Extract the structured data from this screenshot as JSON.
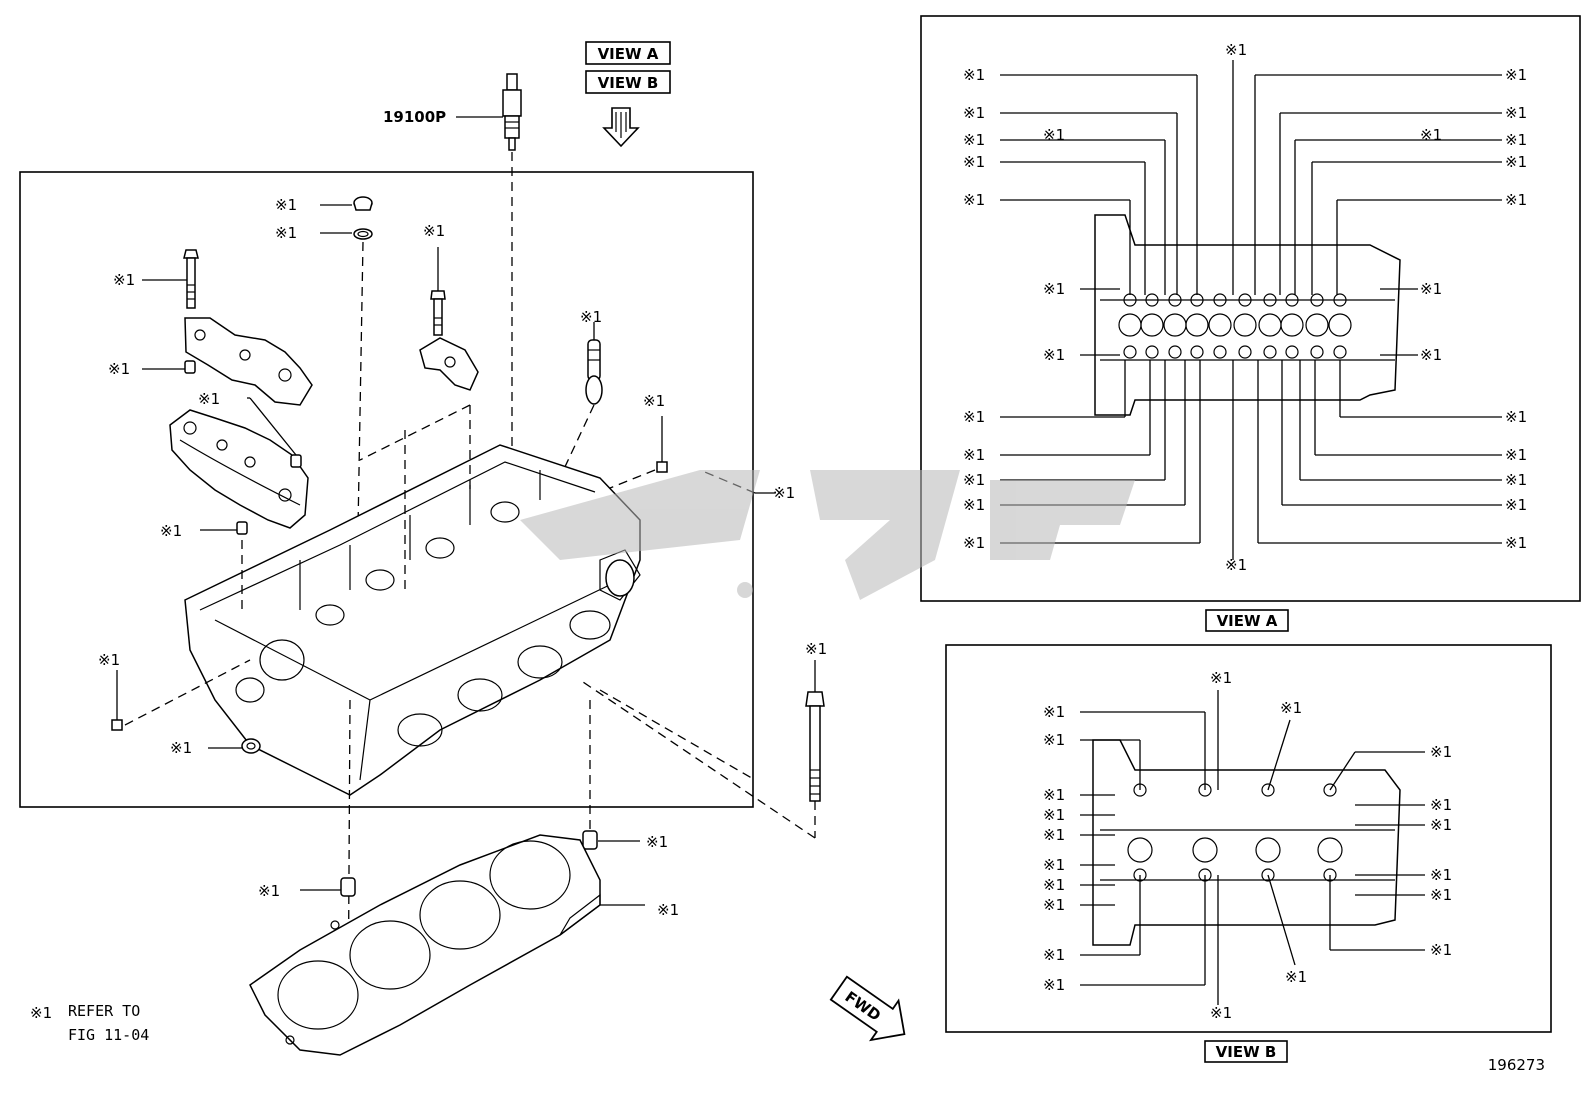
{
  "diagram": {
    "part_number_label": "19100P",
    "view_a_label": "VIEW A",
    "view_b_label": "VIEW B",
    "callout": "※1",
    "note_mark": "※1",
    "note_line1": "REFER TO",
    "note_line2": "FIG 11-04",
    "figure_id": "196273",
    "fwd_label": "FWD",
    "watermark_text": "ق ف چ",
    "colors": {
      "line": "#000000",
      "watermark": "#b8b8b8",
      "background": "#ffffff"
    }
  }
}
